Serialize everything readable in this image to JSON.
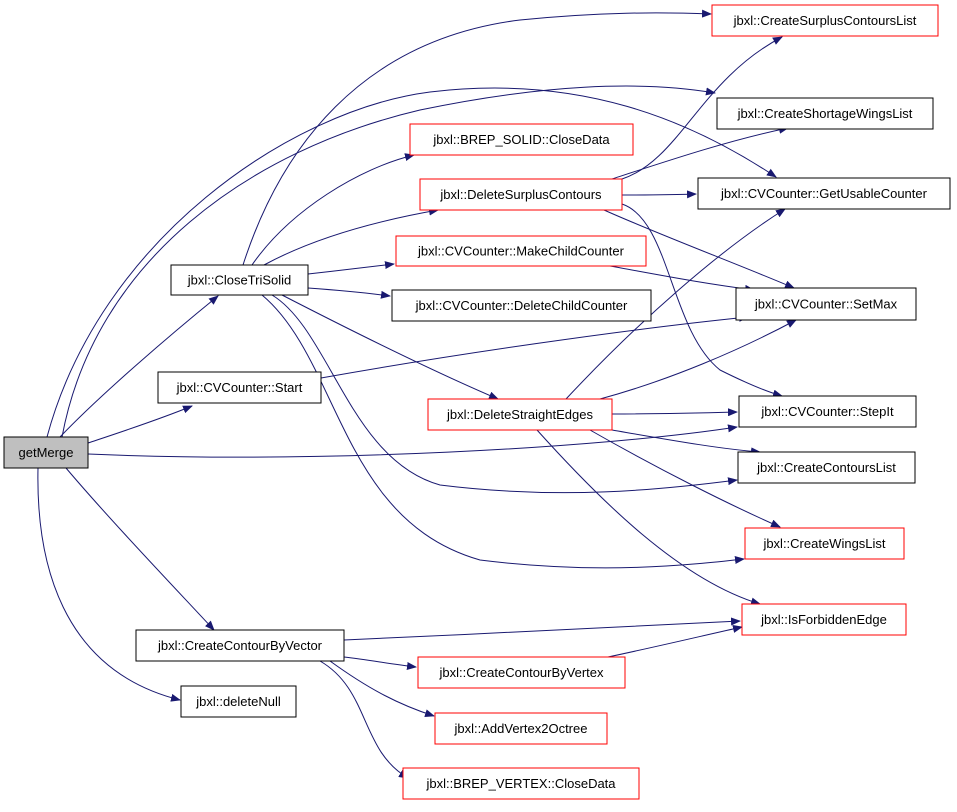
{
  "diagram": {
    "colors": {
      "edge": "#191970",
      "root_fill": "#bfbfbf",
      "node_fill": "#ffffff",
      "border_default": "#000000",
      "border_link": "#ff0000"
    },
    "nodes": [
      {
        "id": "getMerge",
        "label": "getMerge",
        "border": "#000000",
        "fill": "#bfbfbf"
      },
      {
        "id": "CloseTriSolid",
        "label": "jbxl::CloseTriSolid",
        "border": "#000000",
        "fill": "#ffffff"
      },
      {
        "id": "CVStart",
        "label": "jbxl::CVCounter::Start",
        "border": "#000000",
        "fill": "#ffffff"
      },
      {
        "id": "CreateContourByVector",
        "label": "jbxl::CreateContourByVector",
        "border": "#000000",
        "fill": "#ffffff"
      },
      {
        "id": "deleteNull",
        "label": "jbxl::deleteNull",
        "border": "#000000",
        "fill": "#ffffff"
      },
      {
        "id": "BREP_SOLID_CloseData",
        "label": "jbxl::BREP_SOLID::CloseData",
        "border": "#ff0000",
        "fill": "#ffffff"
      },
      {
        "id": "DeleteSurplusContours",
        "label": "jbxl::DeleteSurplusContours",
        "border": "#ff0000",
        "fill": "#ffffff"
      },
      {
        "id": "MakeChildCounter",
        "label": "jbxl::CVCounter::MakeChildCounter",
        "border": "#ff0000",
        "fill": "#ffffff"
      },
      {
        "id": "DeleteChildCounter",
        "label": "jbxl::CVCounter::DeleteChildCounter",
        "border": "#000000",
        "fill": "#ffffff"
      },
      {
        "id": "DeleteStraightEdges",
        "label": "jbxl::DeleteStraightEdges",
        "border": "#ff0000",
        "fill": "#ffffff"
      },
      {
        "id": "CreateContourByVertex",
        "label": "jbxl::CreateContourByVertex",
        "border": "#ff0000",
        "fill": "#ffffff"
      },
      {
        "id": "AddVertex2Octree",
        "label": "jbxl::AddVertex2Octree",
        "border": "#ff0000",
        "fill": "#ffffff"
      },
      {
        "id": "BREP_VERTEX_CloseData",
        "label": "jbxl::BREP_VERTEX::CloseData",
        "border": "#ff0000",
        "fill": "#ffffff"
      },
      {
        "id": "CreateSurplusContoursList",
        "label": "jbxl::CreateSurplusContoursList",
        "border": "#ff0000",
        "fill": "#ffffff"
      },
      {
        "id": "CreateShortageWingsList",
        "label": "jbxl::CreateShortageWingsList",
        "border": "#000000",
        "fill": "#ffffff"
      },
      {
        "id": "GetUsableCounter",
        "label": "jbxl::CVCounter::GetUsableCounter",
        "border": "#000000",
        "fill": "#ffffff"
      },
      {
        "id": "SetMax",
        "label": "jbxl::CVCounter::SetMax",
        "border": "#000000",
        "fill": "#ffffff"
      },
      {
        "id": "StepIt",
        "label": "jbxl::CVCounter::StepIt",
        "border": "#000000",
        "fill": "#ffffff"
      },
      {
        "id": "CreateContoursList",
        "label": "jbxl::CreateContoursList",
        "border": "#000000",
        "fill": "#ffffff"
      },
      {
        "id": "CreateWingsList",
        "label": "jbxl::CreateWingsList",
        "border": "#ff0000",
        "fill": "#ffffff"
      },
      {
        "id": "IsForbiddenEdge",
        "label": "jbxl::IsForbiddenEdge",
        "border": "#ff0000",
        "fill": "#ffffff"
      }
    ],
    "edges": [
      {
        "from": "getMerge",
        "to": "CloseTriSolid"
      },
      {
        "from": "getMerge",
        "to": "CVStart"
      },
      {
        "from": "getMerge",
        "to": "CreateContourByVector"
      },
      {
        "from": "getMerge",
        "to": "deleteNull"
      },
      {
        "from": "getMerge",
        "to": "CreateShortageWingsList"
      },
      {
        "from": "getMerge",
        "to": "GetUsableCounter"
      },
      {
        "from": "getMerge",
        "to": "StepIt"
      },
      {
        "from": "CloseTriSolid",
        "to": "BREP_SOLID_CloseData"
      },
      {
        "from": "CloseTriSolid",
        "to": "DeleteSurplusContours"
      },
      {
        "from": "CloseTriSolid",
        "to": "MakeChildCounter"
      },
      {
        "from": "CloseTriSolid",
        "to": "DeleteChildCounter"
      },
      {
        "from": "CloseTriSolid",
        "to": "DeleteStraightEdges"
      },
      {
        "from": "CloseTriSolid",
        "to": "CreateSurplusContoursList"
      },
      {
        "from": "CloseTriSolid",
        "to": "CreateContoursList"
      },
      {
        "from": "CloseTriSolid",
        "to": "CreateWingsList"
      },
      {
        "from": "CVStart",
        "to": "SetMax"
      },
      {
        "from": "DeleteSurplusContours",
        "to": "CreateSurplusContoursList"
      },
      {
        "from": "DeleteSurplusContours",
        "to": "CreateShortageWingsList"
      },
      {
        "from": "DeleteSurplusContours",
        "to": "GetUsableCounter"
      },
      {
        "from": "DeleteSurplusContours",
        "to": "SetMax"
      },
      {
        "from": "DeleteSurplusContours",
        "to": "StepIt"
      },
      {
        "from": "MakeChildCounter",
        "to": "SetMax"
      },
      {
        "from": "DeleteStraightEdges",
        "to": "GetUsableCounter"
      },
      {
        "from": "DeleteStraightEdges",
        "to": "SetMax"
      },
      {
        "from": "DeleteStraightEdges",
        "to": "StepIt"
      },
      {
        "from": "DeleteStraightEdges",
        "to": "CreateContoursList"
      },
      {
        "from": "DeleteStraightEdges",
        "to": "CreateWingsList"
      },
      {
        "from": "DeleteStraightEdges",
        "to": "IsForbiddenEdge"
      },
      {
        "from": "CreateContourByVector",
        "to": "IsForbiddenEdge"
      },
      {
        "from": "CreateContourByVector",
        "to": "CreateContourByVertex"
      },
      {
        "from": "CreateContourByVector",
        "to": "AddVertex2Octree"
      },
      {
        "from": "CreateContourByVector",
        "to": "BREP_VERTEX_CloseData"
      },
      {
        "from": "CreateContourByVertex",
        "to": "IsForbiddenEdge"
      }
    ]
  }
}
